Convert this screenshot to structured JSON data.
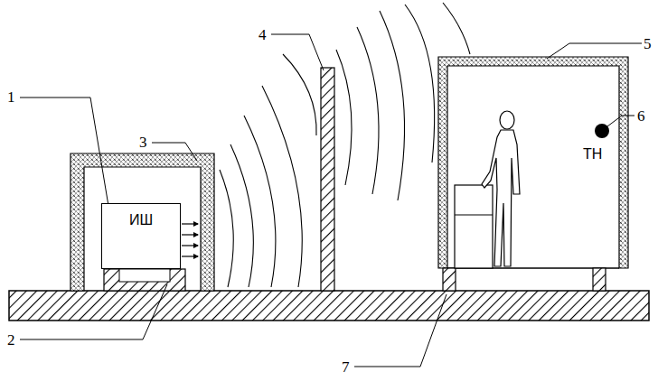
{
  "diagram": {
    "nodes": [
      {
        "text": [
          "ИШ"
        ]
      },
      {
        "text": [
          "ТН"
        ]
      }
    ],
    "labels": [
      "1",
      "2",
      "3",
      "4",
      "5",
      "6",
      "7"
    ]
  }
}
